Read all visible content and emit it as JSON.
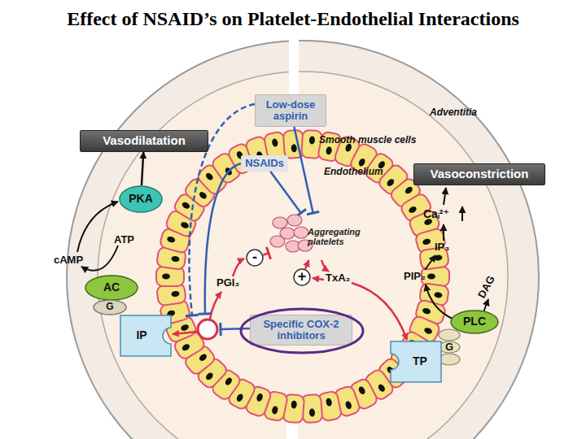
{
  "diagram": {
    "title": "Effect of NSAID’s on Platelet-Endothelial Interactions",
    "nodes": [
      {
        "text": [
          "Vasodilatation"
        ]
      },
      {
        "text": [
          "Low-dose aspirin"
        ]
      },
      {
        "text": [
          "NSAIDs"
        ]
      },
      {
        "text": [
          "Vasoconstriction"
        ]
      },
      {
        "text": [
          "PKA"
        ]
      },
      {
        "text": [
          "Aggregating platelets"
        ]
      },
      {
        "text": [
          "-"
        ]
      },
      {
        "text": [
          "+"
        ]
      },
      {
        "text": [
          "AC"
        ]
      },
      {
        "text": [
          "PLC"
        ]
      },
      {
        "text": [
          "G"
        ]
      },
      {
        "text": [
          "IP"
        ]
      },
      {
        "text": [
          "Specific COX-2 inhibitors"
        ]
      },
      {
        "text": [
          "G"
        ]
      },
      {
        "text": [
          "TP"
        ]
      }
    ],
    "edges": [
      {
        "from": 4,
        "to": 0,
        "arrow": "to"
      },
      {
        "from": 1,
        "to": 5,
        "arrow": "to"
      },
      {
        "from": 2,
        "to": 5,
        "arrow": "to"
      },
      {
        "from": 6,
        "to": 5,
        "arrow": "to"
      },
      {
        "from": 7,
        "to": 5,
        "arrow": "to"
      }
    ],
    "labels": [
      "Adventitia",
      "Smooth muscle cells",
      "Endothelium",
      "ATP",
      "cAMP",
      "PGI₂",
      "TxA₂",
      "Caᵢ²⁺",
      "IP₃",
      "PIP₂",
      "DAG"
    ]
  }
}
